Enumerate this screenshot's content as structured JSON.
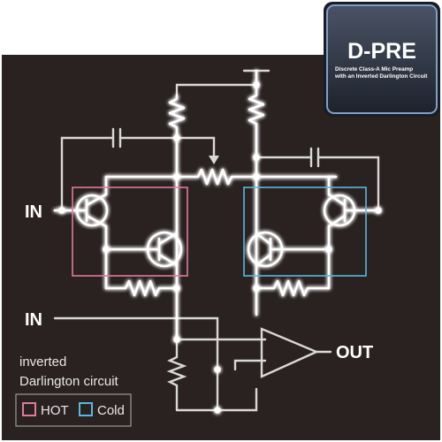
{
  "badge": {
    "title": "D-PRE",
    "subtitle_line1": "Discrete Class-A Mic Preamp",
    "subtitle_line2": "with an Inverted Darlington Circuit"
  },
  "labels": {
    "in_hot": "IN",
    "in_cold": "IN",
    "out": "OUT"
  },
  "legend": {
    "caption_line1": "inverted",
    "caption_line2": "Darlington circuit",
    "hot": "HOT",
    "cold": "Cold"
  },
  "colors": {
    "background": "#2a2220",
    "wire": "#ffffff",
    "hot_box": "#e07aa0",
    "cold_box": "#5ab8dc",
    "badge_bg": "#3a4250",
    "badge_border": "#7ea0c8"
  }
}
